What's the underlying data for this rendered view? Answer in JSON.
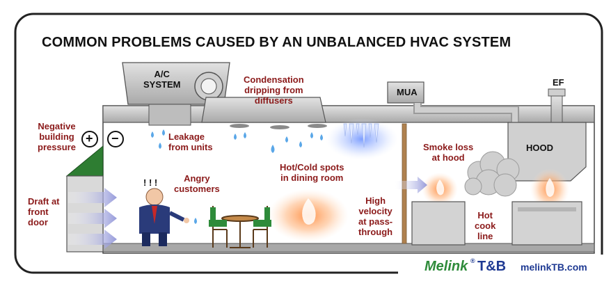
{
  "title": "COMMON PROBLEMS CAUSED BY AN UNBALANCED HVAC SYSTEM",
  "labels": {
    "ac_system": "A/C\nSYSTEM",
    "condensation": "Condensation\ndripping from\ndiffusers",
    "mua": "MUA",
    "ef": "EF",
    "hood": "HOOD",
    "negative_pressure": "Negative\nbuilding\npressure",
    "plus": "+",
    "minus": "−",
    "leakage": "Leakage\nfrom units",
    "smoke_loss": "Smoke loss\nat hood",
    "angry_customers": "Angry\ncustomers",
    "hot_cold_spots": "Hot/Cold spots\nin dining room",
    "draft": "Draft at\nfront\ndoor",
    "high_velocity": "High\nvelocity\nat pass-\nthrough",
    "hot_cook_line": "Hot\ncook\nline",
    "exclaim": "! ! !"
  },
  "brand": {
    "name": "Melink",
    "tm": "®",
    "tb": "T&B",
    "url": "melinkTB.com"
  },
  "colors": {
    "label_red": "#8b1a1a",
    "building_gray": "#c8c8c8",
    "roof_green": "#2e7d32",
    "frame": "#222222",
    "logo_green": "#2e8b3a",
    "logo_blue": "#1f3a93"
  }
}
